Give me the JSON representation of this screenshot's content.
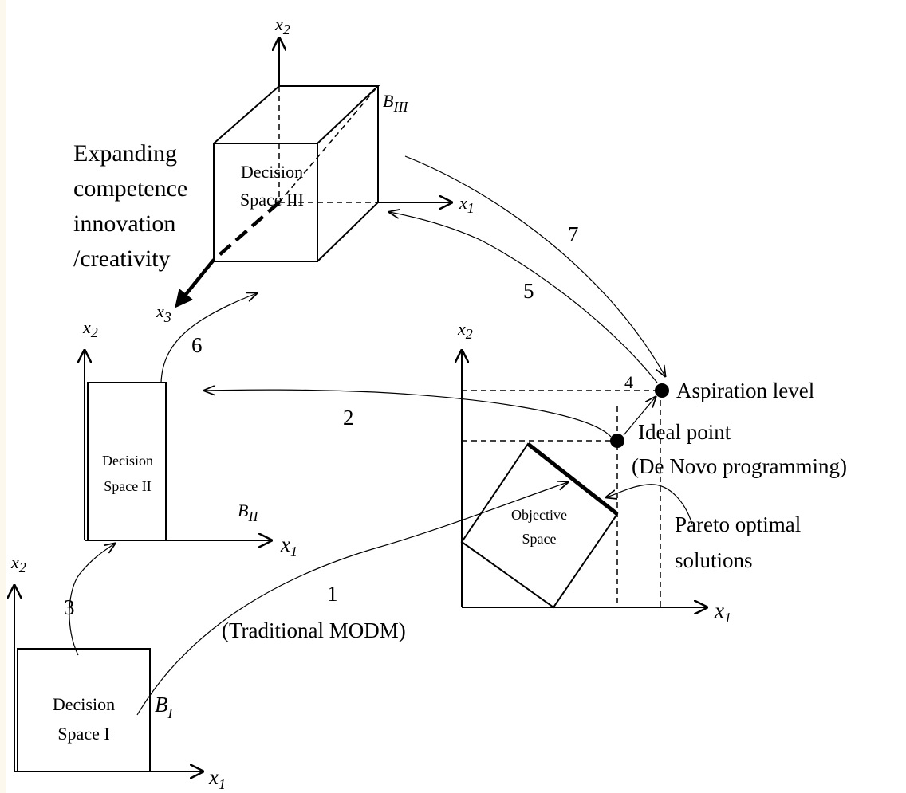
{
  "axis": {
    "x1": "x",
    "x1_sub": "1",
    "x2": "x",
    "x2_sub": "2",
    "x3": "x",
    "x3_sub": "3"
  },
  "bounds": {
    "b1": "B",
    "b1_sub": "I",
    "b2": "B",
    "b2_sub": "II",
    "b3": "B",
    "b3_sub": "III"
  },
  "spaces": {
    "space1": [
      "Decision",
      "Space I"
    ],
    "space2": [
      "Decision",
      "Space II"
    ],
    "space3": [
      "Decision",
      "Space III"
    ],
    "objective": [
      "Objective",
      "Space"
    ]
  },
  "expanding": [
    "Expanding",
    "competence",
    "innovation",
    "/creativity"
  ],
  "points": {
    "aspiration": "Aspiration level",
    "ideal": "Ideal point",
    "de_novo": "(De Novo programming)"
  },
  "pareto": [
    "Pareto optimal",
    "solutions"
  ],
  "arrows": {
    "a1": "1",
    "a1_sub": "(Traditional MODM)",
    "a2": "2",
    "a3": "3",
    "a4": "4",
    "a5": "5",
    "a6": "6",
    "a7": "7"
  }
}
